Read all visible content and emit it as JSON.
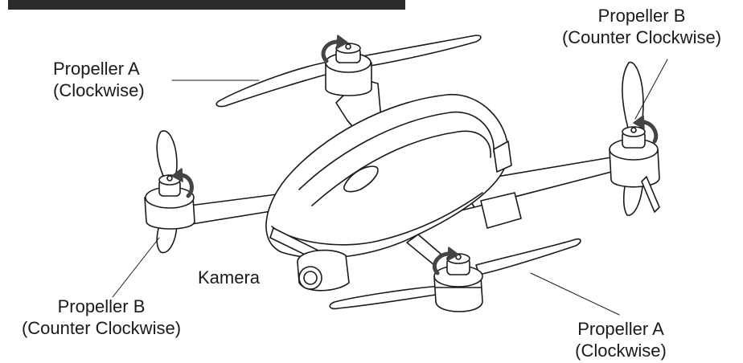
{
  "labels": {
    "prop_a_top": {
      "name": "Propeller A",
      "direction": "(Clockwise)"
    },
    "prop_b_right": {
      "name": "Propeller B",
      "direction": "(Counter Clockwise)"
    },
    "camera": "Kamera",
    "prop_b_left": {
      "name": "Propeller B",
      "direction": "(Counter Clockwise)"
    },
    "prop_a_bottom": {
      "name": "Propeller A",
      "direction": "(Clockwise)"
    }
  },
  "colors": {
    "line": "#1a1a1a",
    "fill": "#ffffff",
    "header": "#2b2b2b"
  }
}
